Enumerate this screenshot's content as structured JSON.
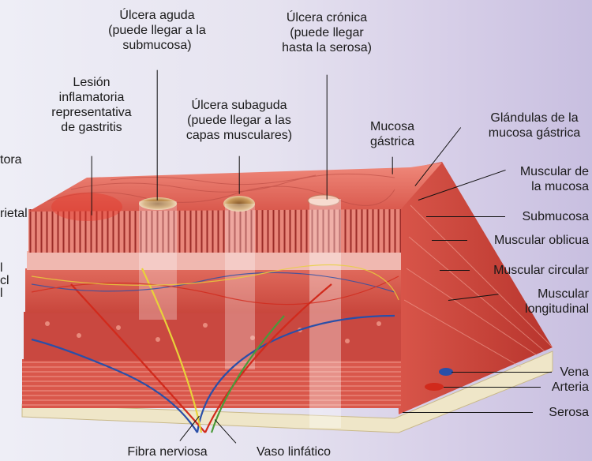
{
  "labels": {
    "ulcera_aguda": [
      "Úlcera aguda",
      "(puede llegar a la",
      "submucosa)"
    ],
    "ulcera_cronica": [
      "Úlcera crónica",
      "(puede llegar",
      "hasta la serosa)"
    ],
    "lesion": [
      "Lesión",
      "inflamatoria",
      "representativa",
      "de gastritis"
    ],
    "ulcera_subaguda": [
      "Úlcera subaguda",
      "(puede llegar a las",
      "capas musculares)"
    ],
    "mucosa_gastrica": [
      "Mucosa",
      "gástrica"
    ],
    "glandulas": [
      "Glándulas de la",
      "mucosa gástrica"
    ],
    "muscular_mucosa": [
      "Muscular de",
      "la mucosa"
    ],
    "submucosa": "Submucosa",
    "muscular_oblicua": "Muscular oblicua",
    "muscular_circular": "Muscular circular",
    "muscular_longitudinal": [
      "Muscular",
      "longitudinal"
    ],
    "vena": "Vena",
    "arteria": "Arteria",
    "serosa": "Serosa",
    "fibra_nerviosa": "Fibra nerviosa",
    "vaso_linfatico": "Vaso linfático",
    "left_cut": [
      "tora",
      "rietal",
      "l",
      "cl",
      "l"
    ]
  },
  "colors": {
    "mucosa": "#e8786a",
    "muscle": "#d9544a",
    "submucosa": "#f0b8b0",
    "serosa": "#efe6c8",
    "vein": "#2a4fa8",
    "artery": "#d12a1c",
    "nerve": "#e8d23a",
    "lymph": "#4a9a3a"
  }
}
